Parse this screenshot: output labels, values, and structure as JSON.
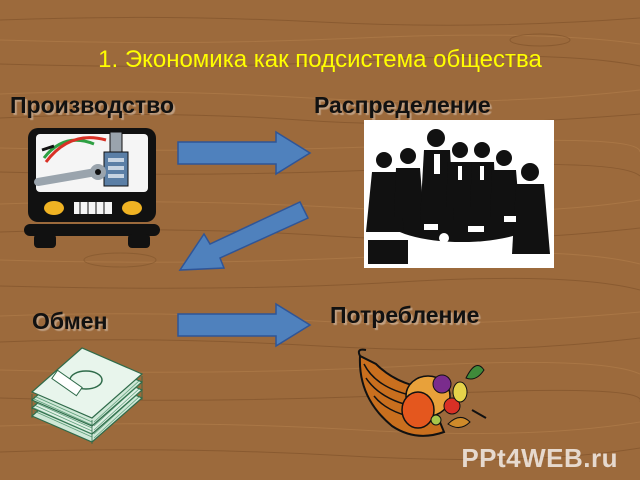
{
  "title": "1. Экономика как подсистема общества",
  "nodes": {
    "production": "Производство",
    "distribution": "Распределение",
    "exchange": "Обмен",
    "consumption": "Потребление"
  },
  "watermark": "PPt4WEB.ru",
  "colors": {
    "title": "#ffff00",
    "arrow_fill": "#4f81bd",
    "arrow_stroke": "#2f5597",
    "wood_base": "#9c6a3c"
  },
  "icons": {
    "production": "truck-tools-icon",
    "distribution": "meeting-people-icon",
    "exchange": "money-stack-icon",
    "consumption": "cornucopia-icon"
  }
}
